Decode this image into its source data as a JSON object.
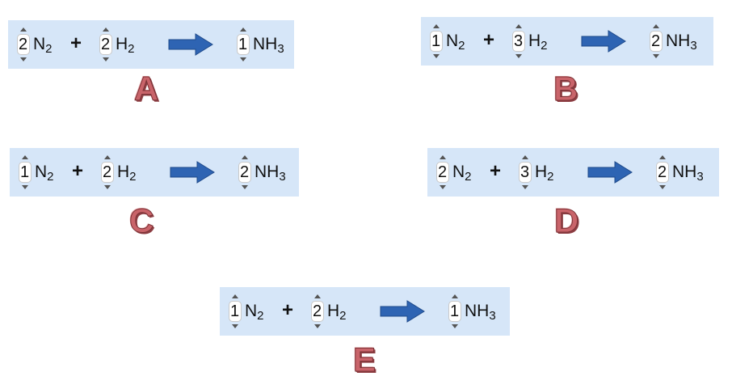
{
  "colors": {
    "panel": "#d6e6f8",
    "arrow": "#2e64b3",
    "label": "#c9646a"
  },
  "options": [
    {
      "label": "A",
      "n2": "2",
      "h2": "2",
      "nh3": "1"
    },
    {
      "label": "B",
      "n2": "1",
      "h2": "3",
      "nh3": "2"
    },
    {
      "label": "C",
      "n2": "1",
      "h2": "2",
      "nh3": "2"
    },
    {
      "label": "D",
      "n2": "2",
      "h2": "3",
      "nh3": "2"
    },
    {
      "label": "E",
      "n2": "1",
      "h2": "2",
      "nh3": "1"
    }
  ],
  "species": {
    "n2": "N",
    "n2_sub": "2",
    "h2": "H",
    "h2_sub": "2",
    "nh3": "NH",
    "nh3_sub": "3"
  },
  "plus_sign": "+"
}
